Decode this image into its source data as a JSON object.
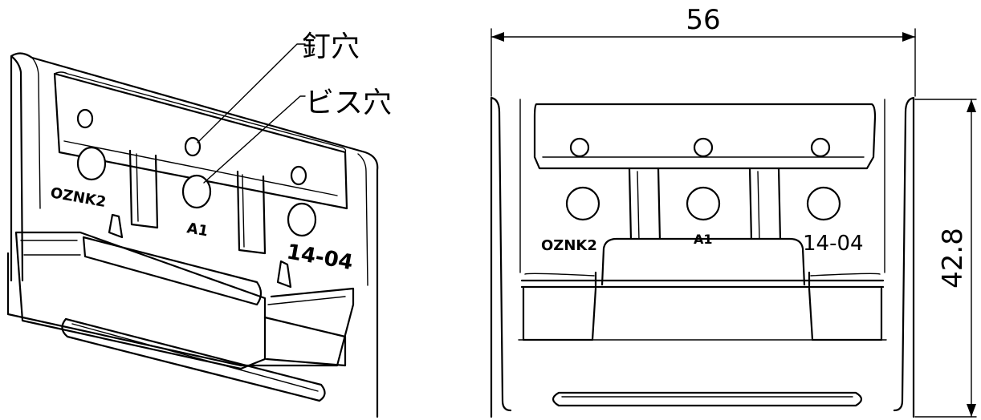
{
  "callouts": {
    "nail_hole": "釘穴",
    "screw_hole": "ビス穴"
  },
  "markings": {
    "model_code": "OZNK2",
    "grade": "A1",
    "date_code": "14-04"
  },
  "dimensions": {
    "width": "56",
    "height": "42.8"
  }
}
